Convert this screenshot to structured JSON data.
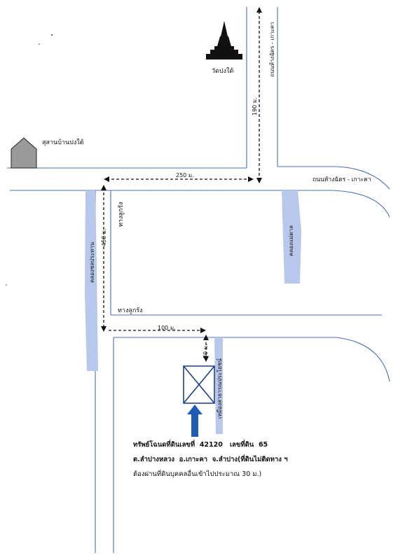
{
  "labels": {
    "temple": "วัดปงใต้",
    "cemetery": "สุสานบ้านปงใต้",
    "road_vertical": "ถนนห้างฉัตร - เกาะคา",
    "road_horizontal": "ถนนห้างฉัตร - เกาะคา",
    "dist_190": "190 ม.",
    "dist_250": "250 ม.",
    "dist_450": "450 ม.",
    "dist_100": "100 ม.",
    "dist_30": "30 ม.",
    "lane_vertical": "ทางลูกรัง",
    "lane_horizontal": "ทางลูกรัง",
    "canal_left": "คลองชลประทาน",
    "canal_right": "คลองแม่ตาล",
    "ditch": "เหมืองสาธารณประโยชน์"
  },
  "description": {
    "line1_prefix": "ทรัพย์โฉนดที่ดินเลขที่",
    "deed_no": "42120",
    "land_label": "เลขที่ดิน",
    "land_no": "65",
    "line2_a": "ต.ลำปางหลวง",
    "line2_b": "อ.เกาะคา",
    "line2_c": "จ.ลำปาง(ที่ดินไม่ติดทาง ฯ",
    "line3": "ต้องผ่านที่ดินบุคคลอื่นเข้าไปประมาณ 30 ม.)"
  },
  "colors": {
    "road_line": "#4a6fb5",
    "water": "#b8c8ec",
    "arrow": "#1f5cb8",
    "cemetery_fill": "#9a9a9a"
  },
  "icons": [
    "pagoda-icon",
    "cemetery-icon",
    "plot-marker-icon",
    "location-arrow-icon"
  ]
}
